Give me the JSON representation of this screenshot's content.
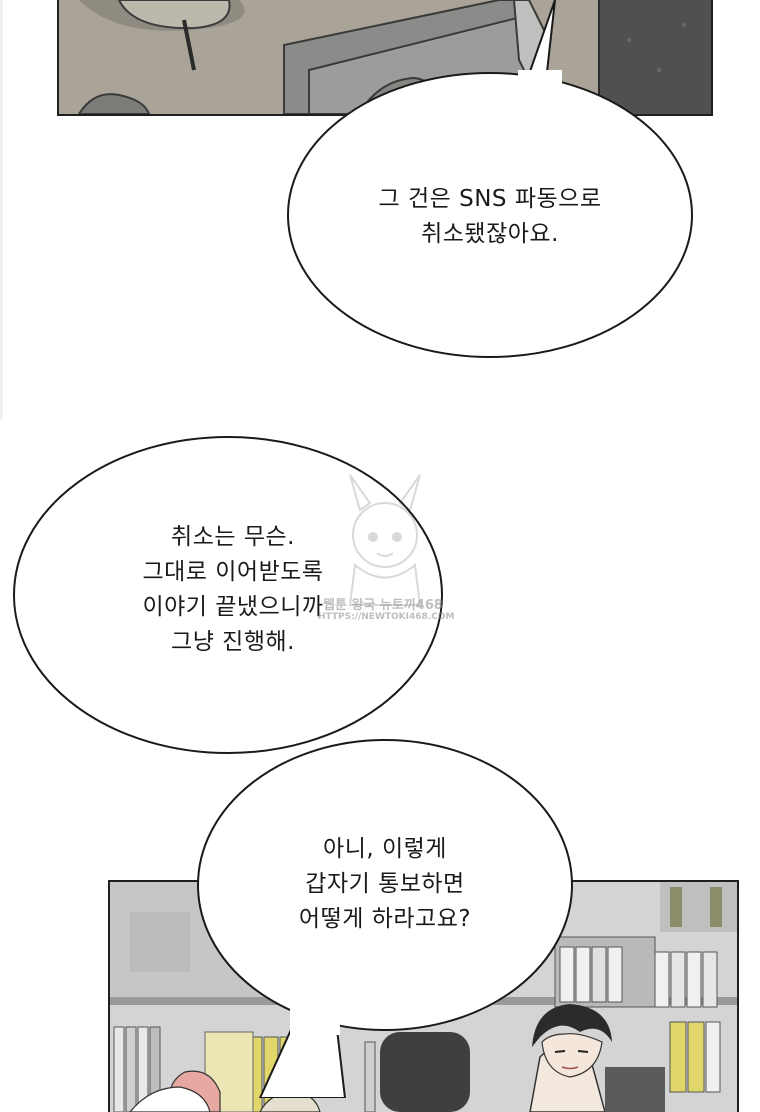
{
  "bubbles": [
    {
      "lines": [
        "그 건은 SNS 파동으로",
        "취소됐잖아요."
      ]
    },
    {
      "lines": [
        "취소는 무슨.",
        "그대로 이어받도록",
        "이야기 끝냈으니까",
        "그냥 진행해."
      ]
    },
    {
      "lines": [
        "아니, 이렇게",
        "갑자기 통보하면",
        "어떻게 하라고요?"
      ]
    }
  ],
  "watermark": {
    "line1": "웹툰 왕국 뉴토끼468",
    "line2": "HTTPS://NEWTOKI468.COM"
  }
}
